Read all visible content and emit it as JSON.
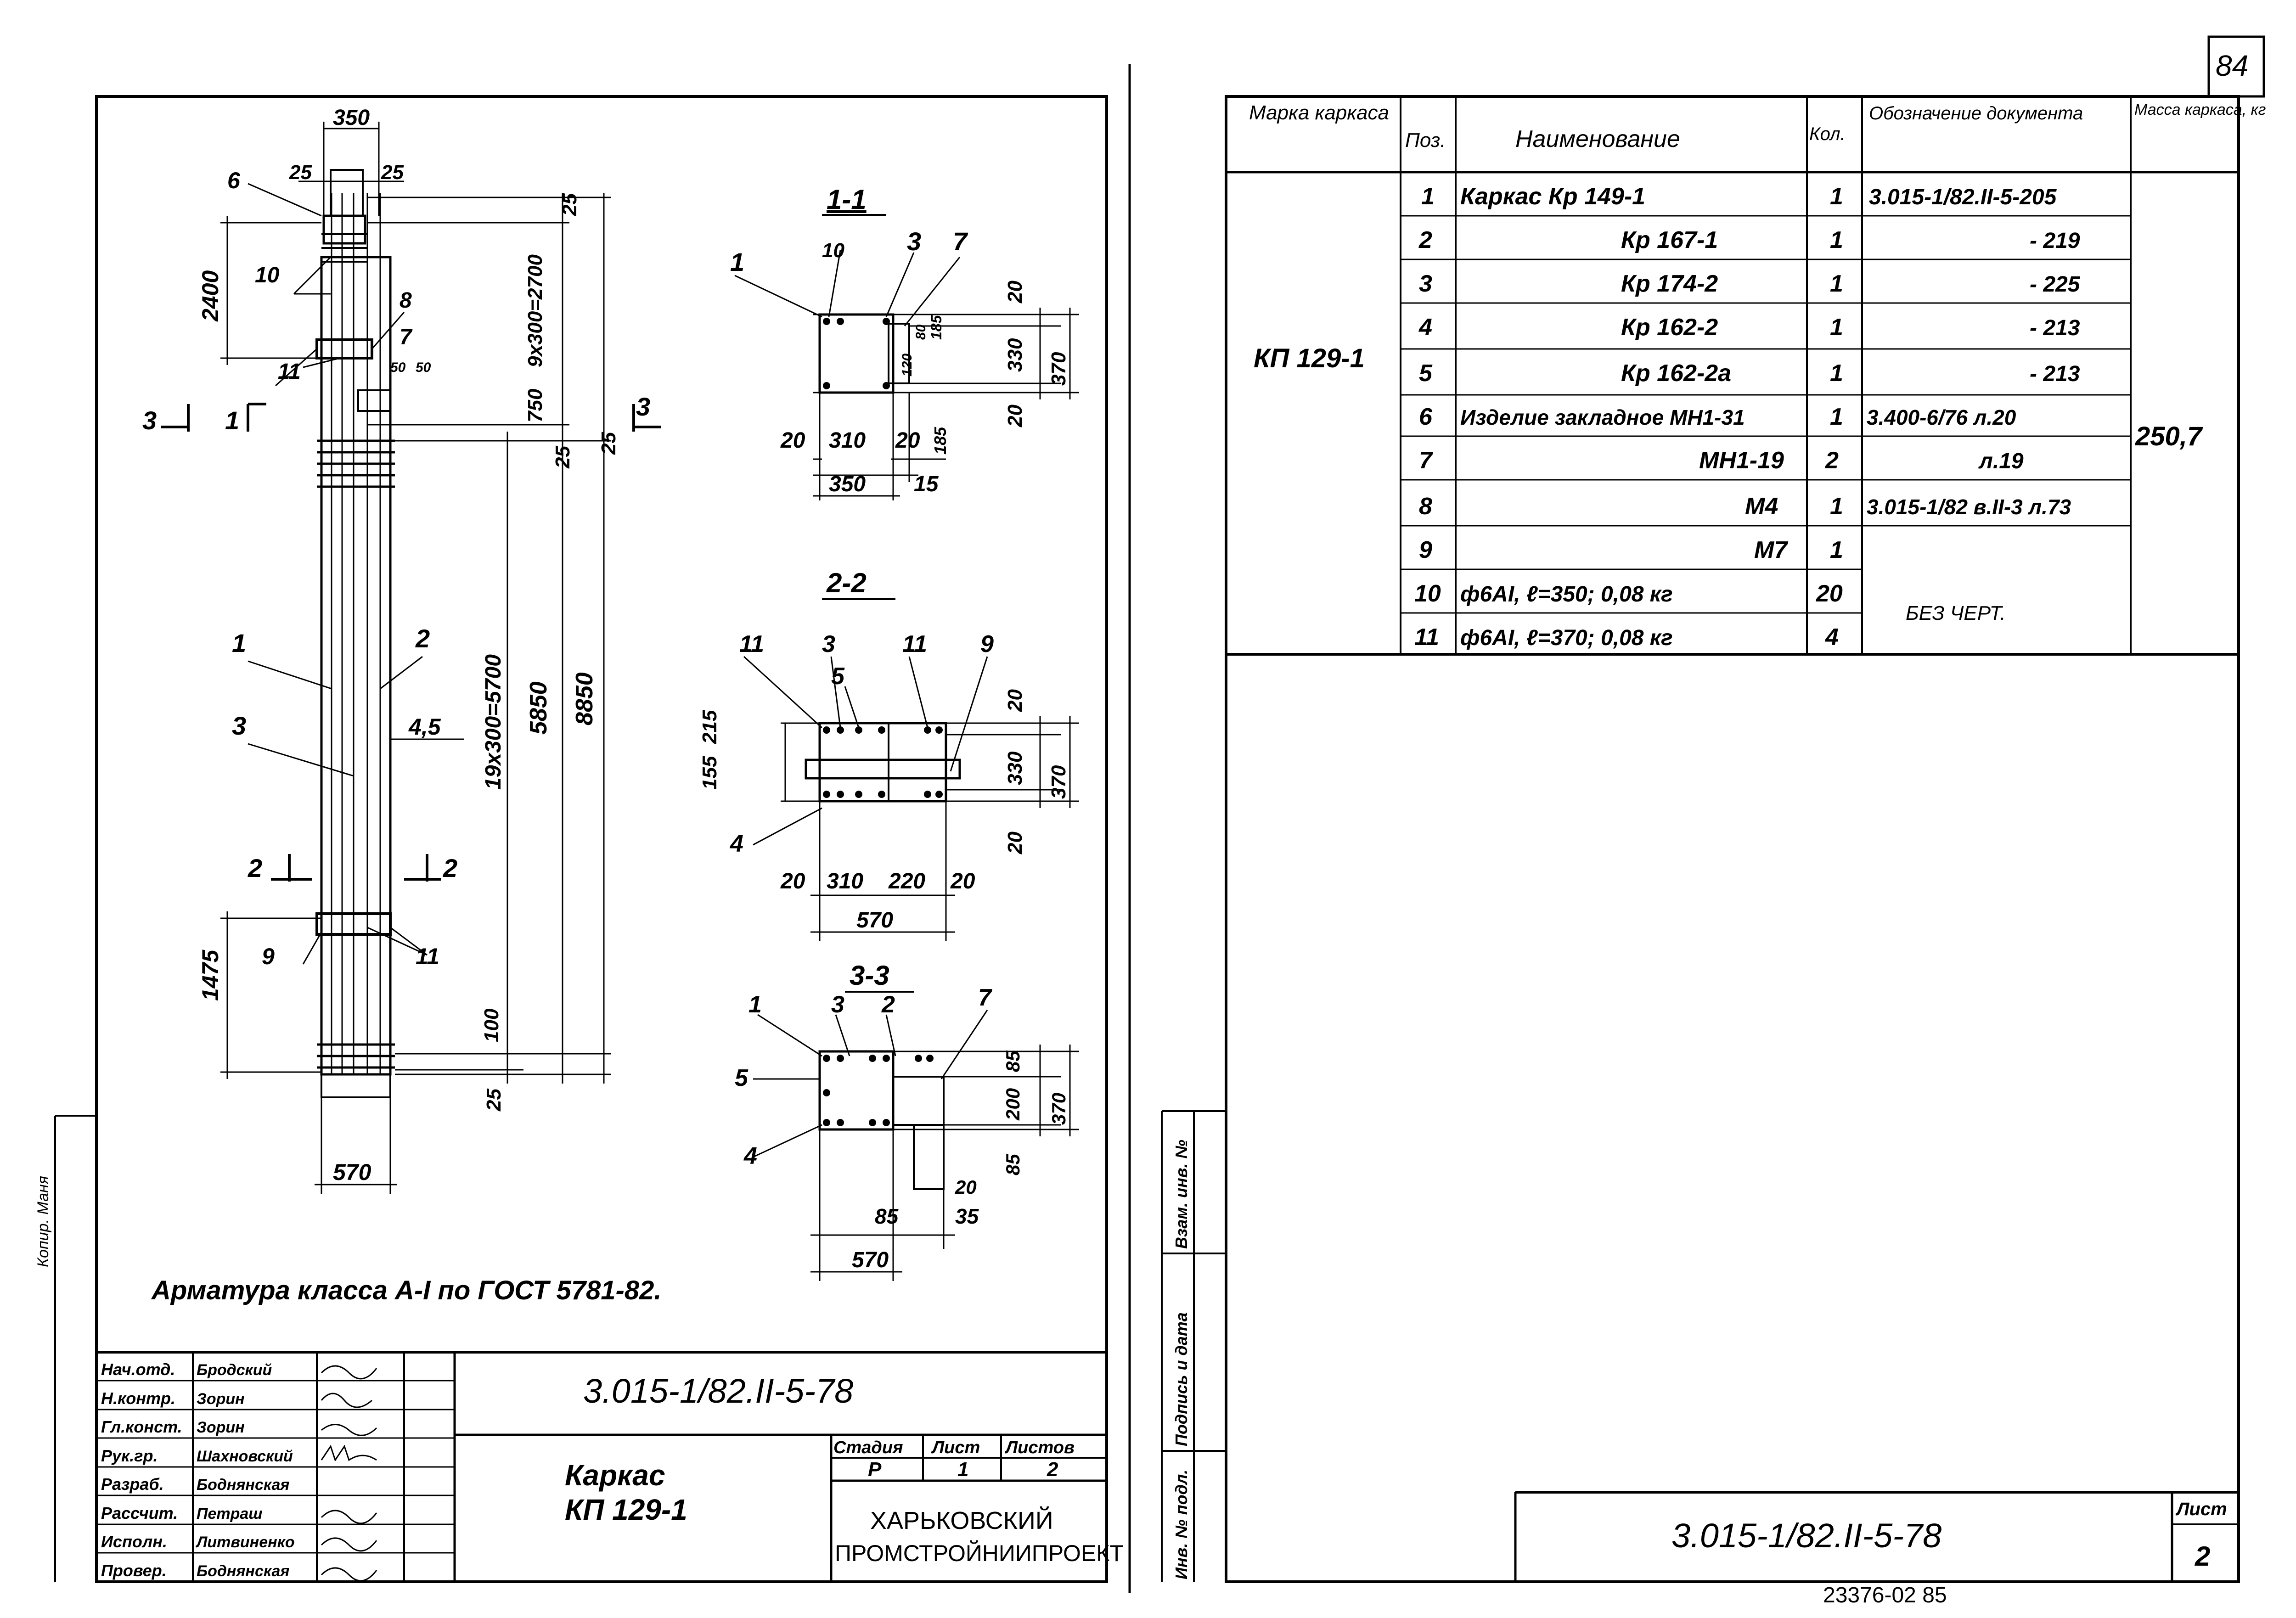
{
  "page_number_corner": "84",
  "bottom_stamp": "23376-02  85",
  "left_sheet": {
    "note": "Арматура класса А-I по ГОСТ 5781-82.",
    "elevation": {
      "dim_350": "350",
      "dim_25a": "25",
      "dim_25b": "25",
      "dim_2400": "2400",
      "dim_1475": "1475",
      "dim_570": "570",
      "dim_25_top": "25",
      "dim_9x300": "9x300=2700",
      "dim_750": "750",
      "dim_25_r1": "25",
      "dim_25_r2": "25",
      "dim_19x300": "19x300=5700",
      "dim_5850": "5850",
      "dim_8850": "8850",
      "dim_100": "100",
      "dim_25_bot": "25",
      "dim_4_5": "4,5",
      "dim_50": "50",
      "dim_50b": "50",
      "lbl_1": "1",
      "lbl_2": "2",
      "lbl_3": "3",
      "lbl_6": "6",
      "lbl_7": "7",
      "lbl_8": "8",
      "lbl_9": "9",
      "lbl_10": "10",
      "lbl_11a": "11",
      "lbl_11b": "11",
      "cut_3l": "3",
      "cut_1": "1",
      "cut_3r": "3",
      "cut_2l": "2",
      "cut_2r": "2"
    },
    "section_1": {
      "title": "1-1",
      "pos_1": "1",
      "pos_10": "10",
      "pos_3": "3",
      "pos_7": "7",
      "d20a": "20",
      "d310": "310",
      "d20b": "20",
      "d350": "350",
      "d15": "15",
      "d20r": "20",
      "d330": "330",
      "d370": "370",
      "d20rb": "20",
      "d185a": "185",
      "d185b": "185",
      "d120": "120",
      "d80": "80"
    },
    "section_2": {
      "title": "2-2",
      "pos_11a": "11",
      "pos_3": "3",
      "pos_5": "5",
      "pos_11b": "11",
      "pos_9": "9",
      "pos_4": "4",
      "d155": "155",
      "d215": "215",
      "d20a": "20",
      "d310": "310",
      "d220": "220",
      "d20b": "20",
      "d570": "570",
      "d20r": "20",
      "d330": "330",
      "d370": "370",
      "d20rb": "20"
    },
    "section_3": {
      "title": "3-3",
      "pos_1": "1",
      "pos_3": "3",
      "pos_2": "2",
      "pos_7": "7",
      "pos_5": "5",
      "pos_4": "4",
      "d85": "85",
      "d200": "200",
      "d85b": "85",
      "d370": "370",
      "d20": "20",
      "d85c": "85",
      "d35": "35",
      "d570": "570"
    },
    "title_block": {
      "roles": [
        "Нач.отд.",
        "Н.контр.",
        "Гл.конст.",
        "Рук.гр.",
        "Разраб.",
        "Рассчит.",
        "Исполн.",
        "Провер."
      ],
      "names": [
        "Бродский",
        "Зорин",
        "Зорин",
        "Шахновский",
        "Боднянская",
        "Петраш",
        "Литвиненко",
        "Боднянская"
      ],
      "doc_code": "3.015-1/82.II-5-78",
      "title_line1": "Каркас",
      "title_line2": "КП 129-1",
      "stage_label": "Стадия",
      "sheet_label": "Лист",
      "sheets_label": "Листов",
      "stage": "Р",
      "sheet": "1",
      "sheets": "2",
      "org_line1": "ХАРЬКОВСКИЙ",
      "org_line2": "ПРОМСТРОЙНИИПРОЕКТ"
    },
    "side_stamp": "Копир. Маня"
  },
  "right_sheet": {
    "table": {
      "headers": [
        "Марка каркаса",
        "Поз.",
        "Наименование",
        "Кол.",
        "Обозначение документа",
        "Масса каркаса, кг"
      ],
      "mark": "КП 129-1",
      "mass": "250,7",
      "rows": [
        {
          "pos": "1",
          "name": "Каркас Кр 149-1",
          "qty": "1",
          "doc": "3.015-1/82.II-5-205"
        },
        {
          "pos": "2",
          "name": "Кр 167-1",
          "qty": "1",
          "doc": "- 219"
        },
        {
          "pos": "3",
          "name": "Кр 174-2",
          "qty": "1",
          "doc": "- 225"
        },
        {
          "pos": "4",
          "name": "Кр 162-2",
          "qty": "1",
          "doc": "- 213"
        },
        {
          "pos": "5",
          "name": "Кр 162-2а",
          "qty": "1",
          "doc": "- 213"
        },
        {
          "pos": "6",
          "name": "Изделие закладное МН1-31",
          "qty": "1",
          "doc": "3.400-6/76 л.20"
        },
        {
          "pos": "7",
          "name": "МН1-19",
          "qty": "2",
          "doc": "л.19"
        },
        {
          "pos": "8",
          "name": "М4",
          "qty": "1",
          "doc": "3.015-1/82 в.II-3 л.73"
        },
        {
          "pos": "9",
          "name": "М7",
          "qty": "1",
          "doc": ""
        },
        {
          "pos": "10",
          "name": "ф6АI, ℓ=350; 0,08 кг",
          "qty": "20",
          "doc": ""
        },
        {
          "pos": "11",
          "name": "ф6АI, ℓ=370; 0,08 кг",
          "qty": "4",
          "doc": ""
        }
      ],
      "no_drawing": "БЕЗ ЧЕРТ."
    },
    "side_columns": [
      "Инв. № подл.",
      "Подпись и дата",
      "Взам. инв. №"
    ],
    "title_block": {
      "doc_code": "3.015-1/82.II-5-78",
      "sheet_label": "Лист",
      "sheet": "2"
    }
  }
}
